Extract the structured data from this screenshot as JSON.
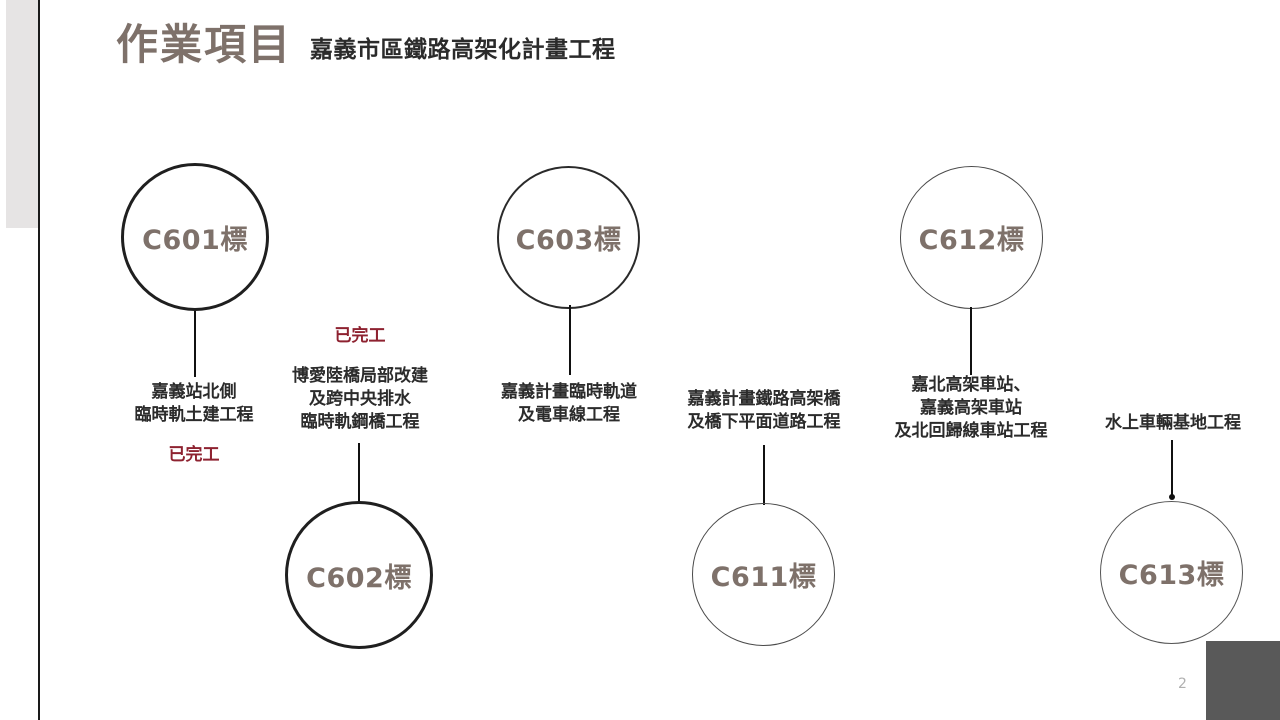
{
  "header": {
    "title": "作業項目",
    "subtitle": "嘉義市區鐵路高架化計畫工程"
  },
  "page_number": "2",
  "colors": {
    "title": "#7e716a",
    "subtitle": "#2b2b2b",
    "circle_label": "#7e716a",
    "status_done": "#8e2230",
    "caption": "#2b2b2b",
    "stroke_dark": "#1f1f1f",
    "left_bar": "#e6e4e4",
    "corner_block": "#595959",
    "page_number": "#b0b0b0"
  },
  "nodes": [
    {
      "id": "c601",
      "circle_label": "C601標",
      "caption_lines": [
        "嘉義站北側",
        "臨時軌土建工程"
      ],
      "status": "已完工",
      "status_position": "below"
    },
    {
      "id": "c602",
      "circle_label": "C602標",
      "caption_lines": [
        "博愛陸橋局部改建",
        "及跨中央排水",
        "臨時軌鋼橋工程"
      ],
      "status": "已完工",
      "status_position": "above"
    },
    {
      "id": "c603",
      "circle_label": "C603標",
      "caption_lines": [
        "嘉義計畫臨時軌道",
        "及電車線工程"
      ],
      "status": "",
      "status_position": "none"
    },
    {
      "id": "c611",
      "circle_label": "C611標",
      "caption_lines": [
        "嘉義計畫鐵路高架橋",
        "及橋下平面道路工程"
      ],
      "status": "",
      "status_position": "none"
    },
    {
      "id": "c612",
      "circle_label": "C612標",
      "caption_lines": [
        "嘉北高架車站、",
        "嘉義高架車站",
        "及北回歸線車站工程"
      ],
      "status": "",
      "status_position": "none"
    },
    {
      "id": "c613",
      "circle_label": "C613標",
      "caption_lines": [
        "水上車輛基地工程"
      ],
      "status": "",
      "status_position": "none"
    }
  ]
}
